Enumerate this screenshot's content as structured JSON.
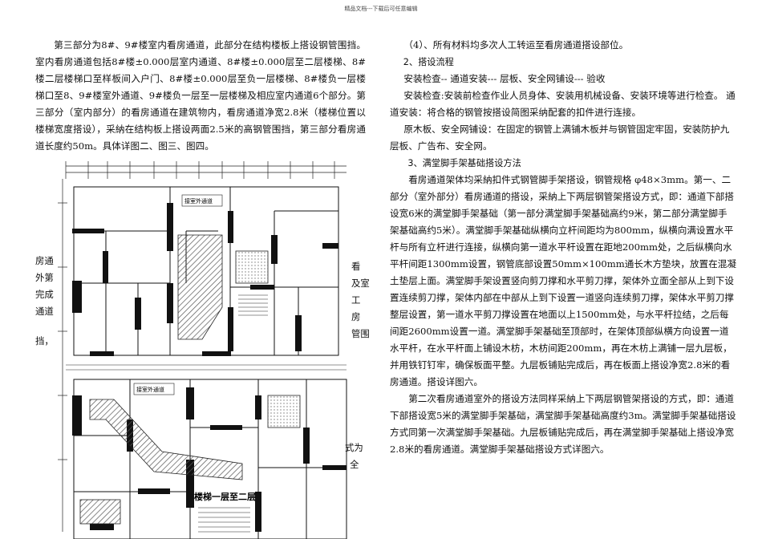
{
  "header_note": "精品文档---下载后可任意编辑",
  "left": {
    "paragraph": "第三部分为8#、9#楼室内看房通道，此部分在结构楼板上搭设钢管围挡。室内看房通道包括8#楼±0.000层室内通道、8#楼±0.000层至二层楼梯、8#楼二层楼梯口至样板间入户门、8#楼±0.000层至负一层楼梯、8#楼负一层楼梯口至8、9#楼室外通道、9#楼负一层至一层楼梯及相应室内通道6个部分。第三部分（室内部分）的看房通道在建筑物内，看房通道净宽2.8米（楼梯位置以楼梯宽度搭设），采納在结构板上搭设两面2.5米的高钢管围挡，第三部分看房通道长度约50m。具体详图二、图三、图四。"
  },
  "fragments_left": [
    "房通",
    "外第",
    "完成",
    "通道",
    "挡，"
  ],
  "fragments_right_top": [
    "看",
    "及室",
    "工",
    "房",
    "管围"
  ],
  "fragments_right_bottom": [
    "式为",
    "全"
  ],
  "drawing": {
    "label_top": "楼梯一层至二层",
    "label_note_1": "接室外通道",
    "label_note_2": "接室外通道"
  },
  "right": {
    "item4": "（4）、所有材料均多次人工转运至看房通道搭设部位。",
    "h2": "2、搭设流程",
    "flow": "安装检查-- 通道安装--- 层板、安全网铺设--- 验收",
    "check": "安装检查:安装前检查作业人员身体、安装用机械设备、安装环境等进行检查。  通道安装：将合格的钢管按搭设简图采纳配套的扣件进行连接。",
    "board": "原木板、安全网铺设：在固定的钢管上满铺木板并与钢管固定牢固，安装防护九层板、广告布、安全网。",
    "h3": "3、满堂脚手架基础搭设方法",
    "p1": "看房通道架体均采納扣件式钢管脚手架搭设，钢管规格 φ48×3mm。第一、二部分（室外部分）看房通道的搭设，采納上下两层钢管架搭设方式，即：通道下部搭设宽6米的满堂脚手架基础（第一部分满堂脚手架基础高约9米，第二部分满堂脚手架基础高约5米）。满堂脚手架基础纵横向立杆间距均为800mm，纵横向满设置水平杆与所有立杆进行连接，纵横向第一道水平杆设置在距地200mm处，之后纵横向水平杆间距1300mm设置，钢管底部设置50mm×100mm通长木方垫块，放置在混凝土垫层上面。满堂脚手架设置竖向剪刀撑和水平剪刀撑，架体外立面全部从上到下设置连续剪刀撑，架体内部在中部从上到下设置一道竖向连续剪刀撑，架体水平剪刀撑整层设置，第一道水平剪刀撑设置在地面以上1500mm处，与水平杆拉结，之后每间距2600mm设置一道。满堂脚手架基础至顶部时，在架体顶部纵横方向设置一道水平杆，在水平杆面上铺设木枋，木枋间距200mm，再在木枋上满铺一层九层板，并用铁钉钉牢，确保板面平整。九层板铺贴完成后，再在板面上搭设净宽2.8米的看房通道。搭设详图六。",
    "p2": "第二次看房通道室外的搭设方法同样采納上下两层钢管架搭设的方式，即：通道下部搭设宽5米的满堂脚手架基础，满堂脚手架基础高度约3m。满堂脚手架基础搭设方式同第一次满堂脚手架基础。九层板铺贴完成后，再在满堂脚手架基础上搭设净宽2.8米的看房通道。满堂脚手架基础搭设方式详图六。"
  }
}
